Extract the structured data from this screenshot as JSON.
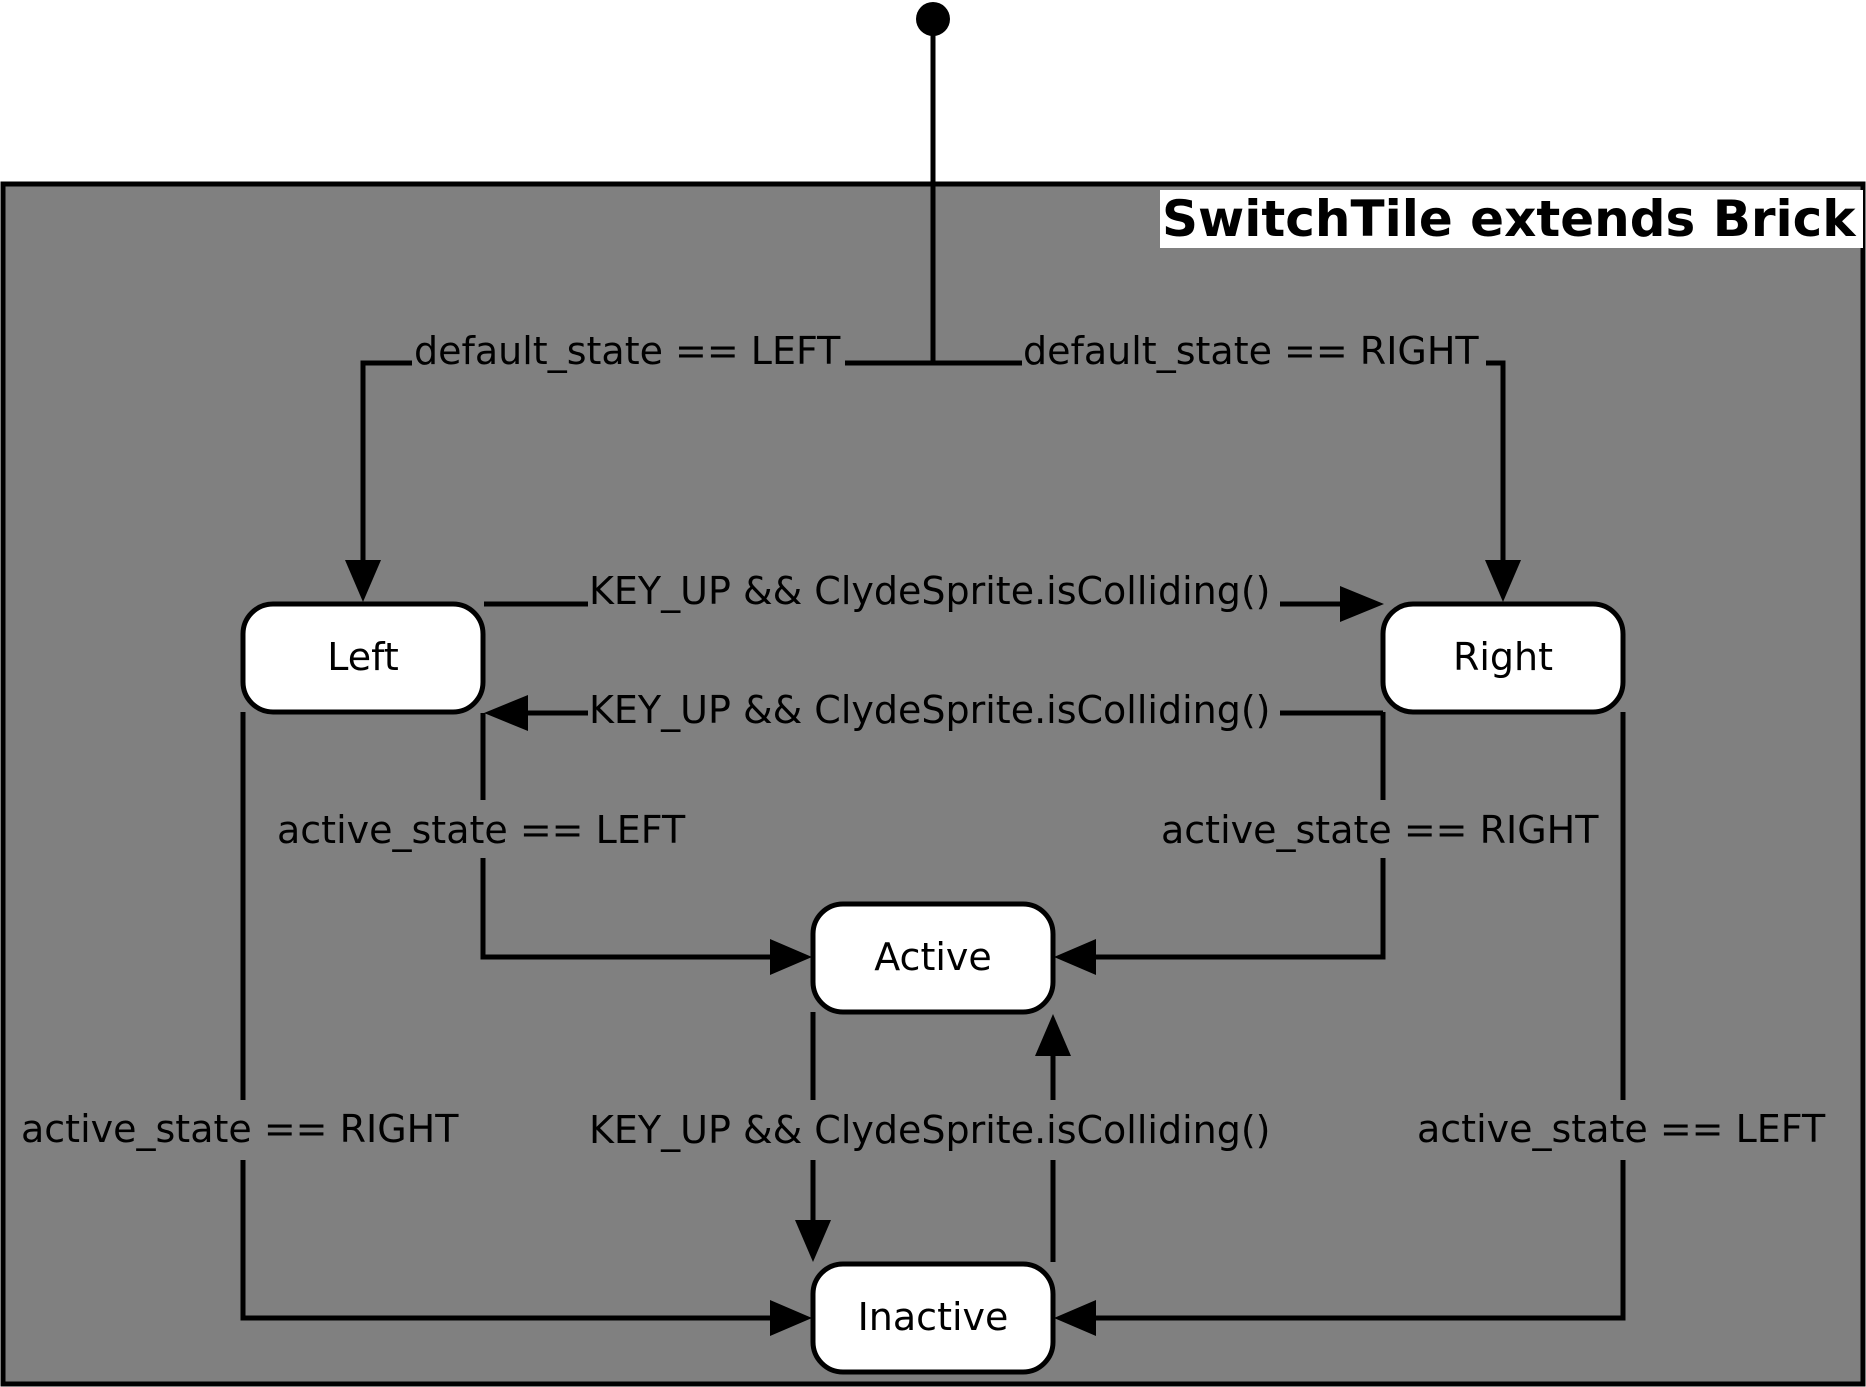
{
  "diagram": {
    "title": "SwitchTile extends Brick",
    "colors": {
      "container_fill": "#808080",
      "state_fill": "#ffffff",
      "line": "#000000"
    },
    "states": {
      "left": "Left",
      "right": "Right",
      "active": "Active",
      "inactive": "Inactive"
    },
    "transitions": {
      "init_to_left": "default_state == LEFT",
      "init_to_right": "default_state == RIGHT",
      "left_to_right": "KEY_UP && ClydeSprite.isColliding()",
      "right_to_left": "KEY_UP && ClydeSprite.isColliding()",
      "left_to_active": "active_state == LEFT",
      "right_to_active": "active_state == RIGHT",
      "left_to_inactive": "active_state == RIGHT",
      "right_to_inactive": "active_state == LEFT",
      "active_inactive": "KEY_UP && ClydeSprite.isColliding()"
    }
  }
}
